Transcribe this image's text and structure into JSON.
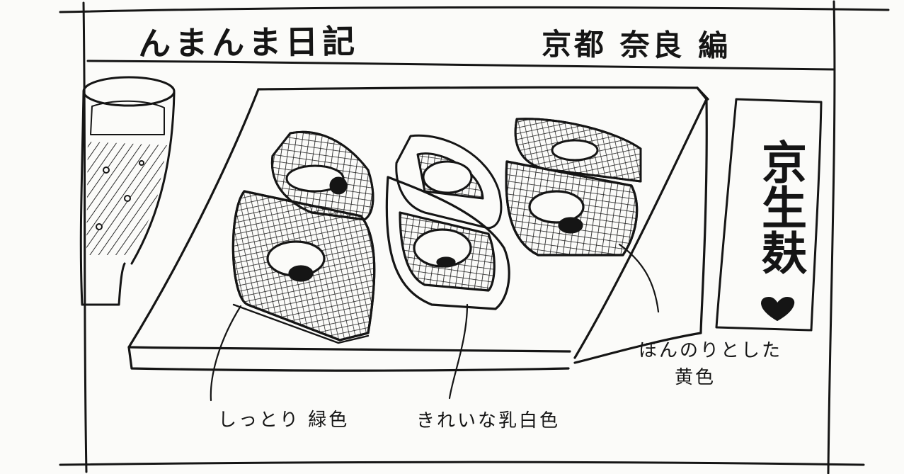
{
  "header": {
    "title": "んまんま日記",
    "series": "京都 奈良 編"
  },
  "label_card": {
    "text": "京生麸",
    "heart_icon": "heart-icon"
  },
  "annotations": {
    "green": "しっとり 緑色",
    "milky_white": "きれいな乳白色",
    "yellow_line1": "ほんのりとした",
    "yellow_line2": "黄色"
  },
  "colors": {
    "ink": "#151515",
    "paper": "#fbfbf9"
  }
}
